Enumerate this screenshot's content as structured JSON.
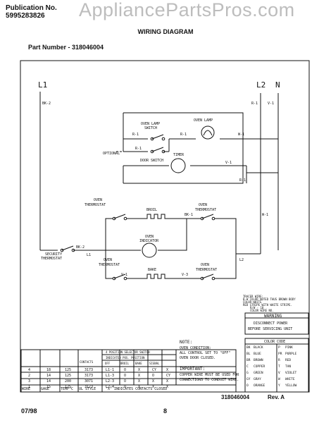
{
  "header": {
    "publication_label": "Publication No.",
    "publication_number": "5995283826",
    "watermark": "AppliancePartsPros.com",
    "diagram_title": "WIRING DIAGRAM",
    "part_number_label": "Part Number - 318046004"
  },
  "lines": {
    "l1": "L1",
    "l2": "L2",
    "n": "N"
  },
  "wires": {
    "bk2": "BK-2",
    "r1a": "R-1",
    "r1b": "R-1",
    "r1c": "R-1",
    "r1d": "R-1",
    "r1e": "R-1",
    "w1a": "W-1",
    "w1b": "W-1",
    "v1a": "V-1",
    "v1b": "V-1",
    "bk1": "BK-1",
    "v1c": "V-1",
    "v3": "V-3",
    "bk2b": "BK-2",
    "l1b": "L1",
    "l2b": "L2"
  },
  "components": {
    "oven_lamp": "OVEN LAMP",
    "oven_lamp_switch": [
      "OVEN LAMP",
      "SWITCH"
    ],
    "optional": "OPTIONAL",
    "door_switch": "DOOR SWITCH",
    "timer": "TIMER",
    "oven_thermostat_left": [
      "OVEN",
      "THERMOSTAT"
    ],
    "broil": "BROIL",
    "oven_thermostat_right": [
      "OVEN",
      "THERMOSTAT"
    ],
    "oven_indicator": [
      "OVEN",
      "INDICATOR"
    ],
    "security_thermostat": [
      "SECURITY",
      "THERMOSTAT"
    ],
    "bake": "BAKE",
    "oven_thermostat_bl": [
      "OVEN",
      "THERMOSTAT"
    ],
    "oven_thermostat_br": [
      "OVEN",
      "THERMOSTAT"
    ]
  },
  "notes": {
    "warning_title": "WARNING",
    "warning_lines": [
      "DISCONNECT POWER",
      "BEFORE SERVICING UNIT"
    ],
    "tracer_lines": [
      "TRACER WIRE:",
      "B-W COLOR NOTED THUS BROWN BODY",
      "COLOR-WHITE",
      "RED STRIPE WITH WHITE STRIPE.",
      "R/W - 18",
      "COLOR WIRE NO."
    ],
    "note_title": "NOTE:",
    "note_lines": [
      "OVEN CONDITION:",
      "ALL CONTROL SET TO \"OFF\"",
      "OVEN DOOR CLOSED."
    ],
    "important_title": "IMPORTANT:",
    "important_lines": [
      "COPPER WIRE MUST BE USED FOR",
      "CONNECTIONS TO CONDUIT WIRE."
    ]
  },
  "color_code": {
    "title": "COLOR CODE",
    "rows": [
      [
        "BK",
        "BLACK",
        "P",
        "PINK"
      ],
      [
        "BL",
        "BLUE",
        "PR",
        "PURPLE"
      ],
      [
        "BR",
        "BROWN",
        "R",
        "RED"
      ],
      [
        "C",
        "COPPER",
        "T",
        "TAN"
      ],
      [
        "G",
        "GREEN",
        "V",
        "VIOLET"
      ],
      [
        "GY",
        "GRAY",
        "W",
        "WHITE"
      ],
      [
        "O",
        "ORANGE",
        "Y",
        "YELLOW"
      ]
    ]
  },
  "wire_table": {
    "section_title": "4 POSITION SELECTOR SWITCH",
    "section_sub": "INDICATED POS. POSITION",
    "col_contacts": "CONTACTS",
    "col_positions": [
      "OFF",
      "BROIL",
      "BAKE",
      "SIGNAL"
    ],
    "rows": [
      [
        "4",
        "18",
        "125",
        "3173",
        "L1-1",
        "O",
        "X",
        "CY",
        "X"
      ],
      [
        "2",
        "14",
        "125",
        "3173",
        "L1-3",
        "O",
        "X",
        "O",
        "CY"
      ],
      [
        "3",
        "14",
        "200",
        "3071",
        "L2-3",
        "O",
        "X",
        "X",
        "X"
      ],
      [
        "1",
        "15",
        "125",
        "3173",
        "L2-4",
        "O",
        "X",
        "X",
        "X"
      ]
    ],
    "footer": [
      "WIRE",
      "GAGE",
      "TEMP°C",
      "UL STYLE",
      "\"X\" INDICATES CONTACTS CLOSED"
    ]
  },
  "footer": {
    "date": "07/98",
    "page": "8",
    "part": "318046004",
    "rev": "Rev. A"
  }
}
